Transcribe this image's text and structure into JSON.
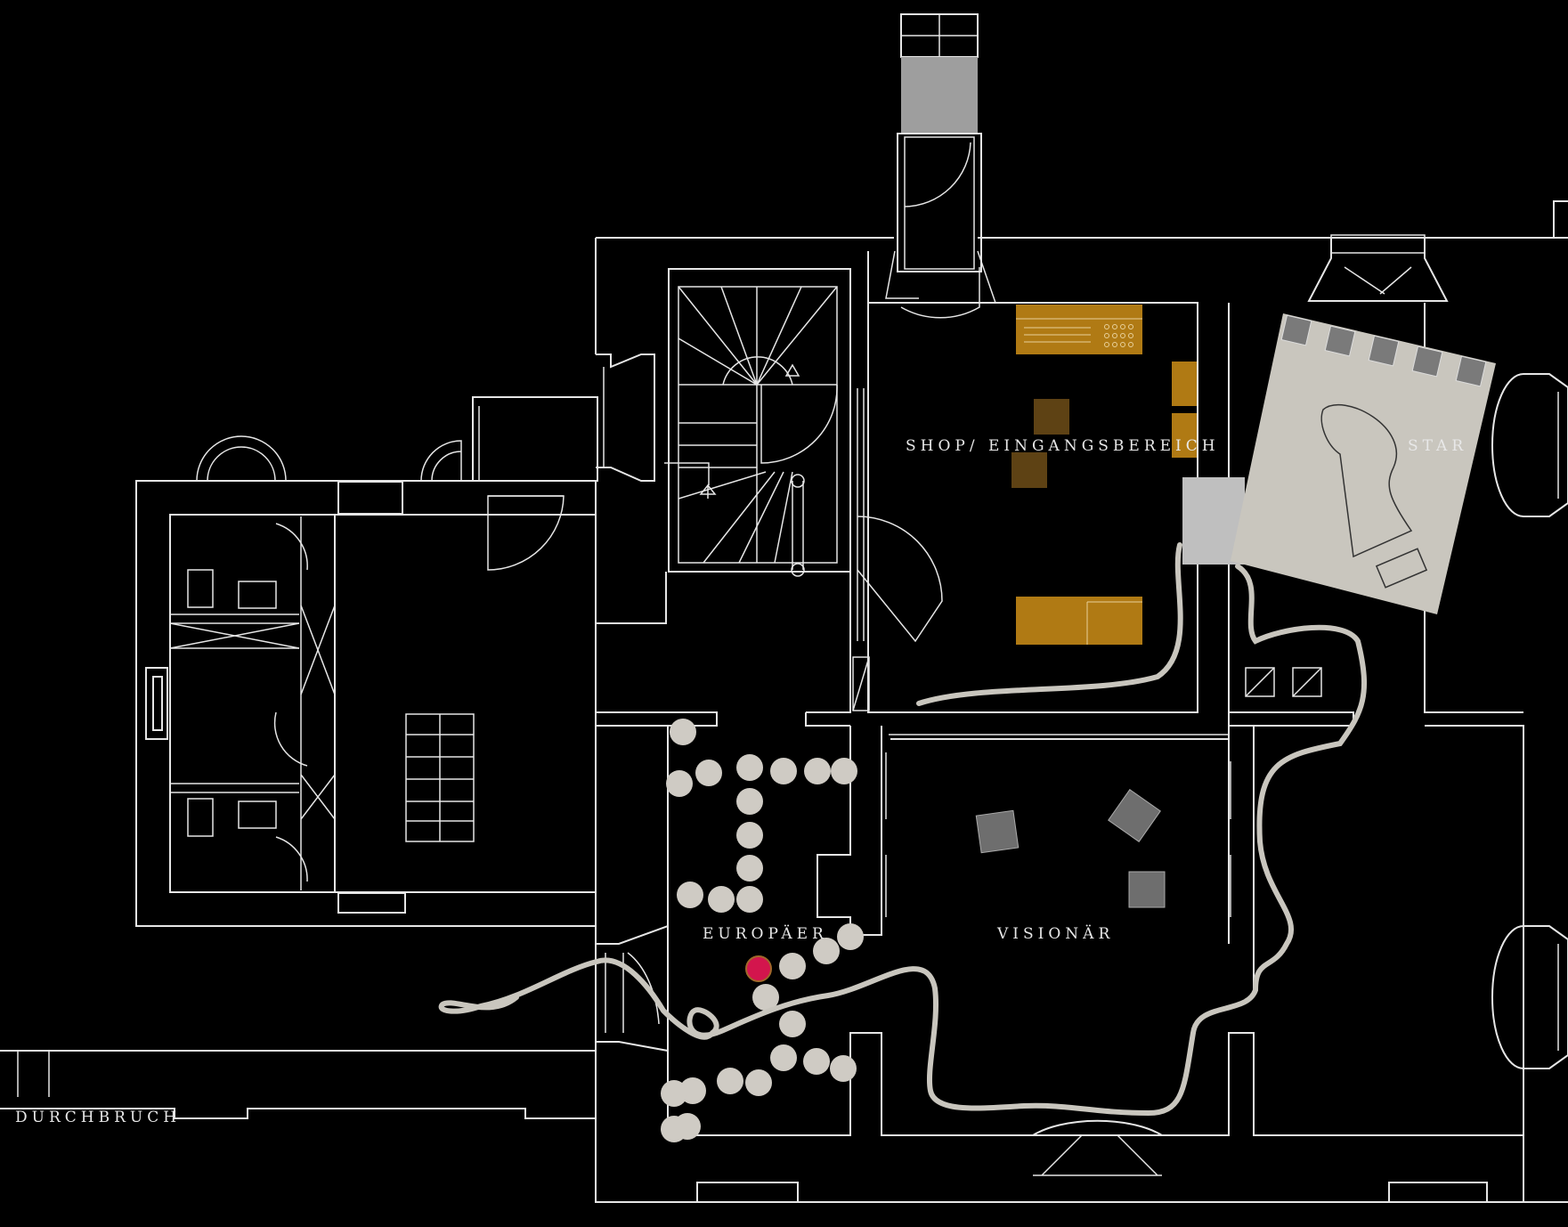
{
  "labels": {
    "shop": "SHOP/ EINGANGSBEREICH",
    "star": "STAR",
    "visionaer": "VISIONÄR",
    "europaer": "EUROPÄER",
    "durchbruch": "DURCHBRUCH"
  },
  "colors": {
    "background": "#000000",
    "wall": "#e6e6e6",
    "gold": "#b07a14",
    "brown": "#5e4214",
    "grey_panel": "#c9c6be",
    "dark_grey_box": "#6e6e6e",
    "dots": "#cfcbc4",
    "red_marker": "#d3154d",
    "ribbon": "#c9c6be"
  }
}
